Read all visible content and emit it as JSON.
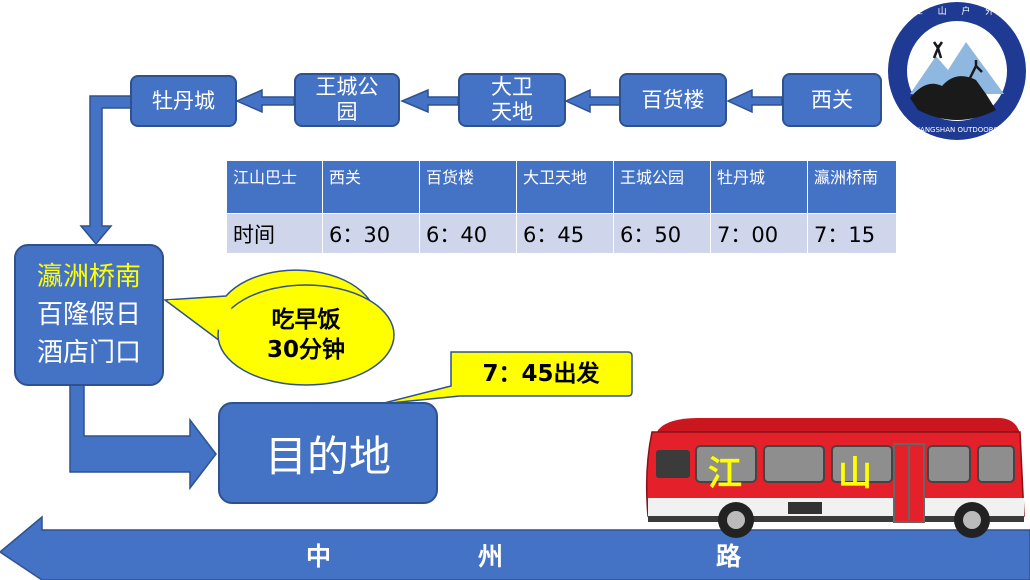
{
  "route": {
    "stops": [
      {
        "id": "xiguan",
        "label": "西关"
      },
      {
        "id": "baihuolou",
        "label": "百货楼"
      },
      {
        "id": "daweitiandi",
        "label": "大卫天地"
      },
      {
        "id": "wangchenggongyuan",
        "label": "王城公园"
      },
      {
        "id": "mudancheng",
        "label": "牡丹城"
      }
    ]
  },
  "schedule": {
    "header": [
      "江山巴士",
      "西关",
      "百货楼",
      "大卫天地",
      "王城公园",
      "牡丹城",
      "瀛洲桥南"
    ],
    "row": [
      "时间",
      "6：30",
      "6：40",
      "6：45",
      "6：50",
      "7：00",
      "7：15"
    ]
  },
  "meeting_point": {
    "highlight": "瀛洲桥南",
    "line2": "百隆假日",
    "line3": "酒店门口",
    "highlight_color": "#ffff00"
  },
  "breakfast_callout": {
    "line1": "吃早饭",
    "line2": "30分钟",
    "fill": "#ffff00"
  },
  "departure_callout": {
    "text": "7：45出发",
    "fill": "#ffff00"
  },
  "destination": {
    "label": "目的地"
  },
  "road": {
    "chars": [
      "中",
      "州",
      "路"
    ]
  },
  "bus": {
    "chars": [
      "江",
      "山"
    ],
    "body_color": "#e4202a"
  },
  "logo": {
    "top_text": "江 山 户 外",
    "bottom_text": "JIANGSHAN OUTDOORS",
    "icon": "mountain-climber-logo"
  },
  "colors": {
    "accent": "#4472c4",
    "border": "#2f528f",
    "table_row": "#cfd5ea"
  }
}
